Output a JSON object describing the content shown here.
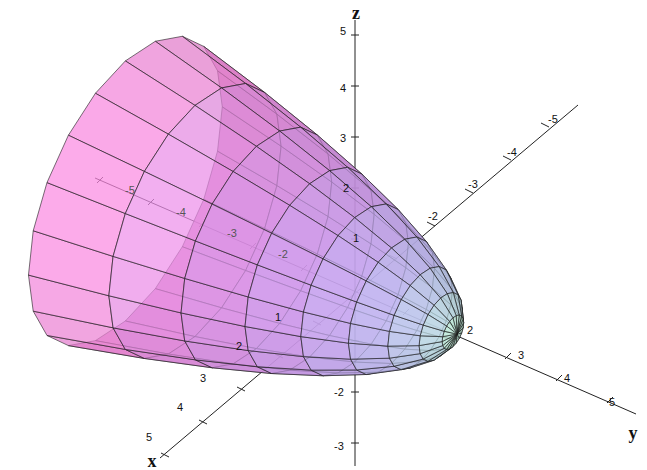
{
  "diagram": {
    "labels": [
      "z",
      "5",
      "4",
      "3",
      "2",
      "1",
      "-2",
      "-3",
      "-2",
      "-3",
      "-4",
      "-5",
      "1",
      "2",
      "3",
      "4",
      "5",
      "x",
      "-5",
      "-4",
      "-3",
      "-2",
      "2",
      "3",
      "4",
      "5",
      "y"
    ]
  }
}
